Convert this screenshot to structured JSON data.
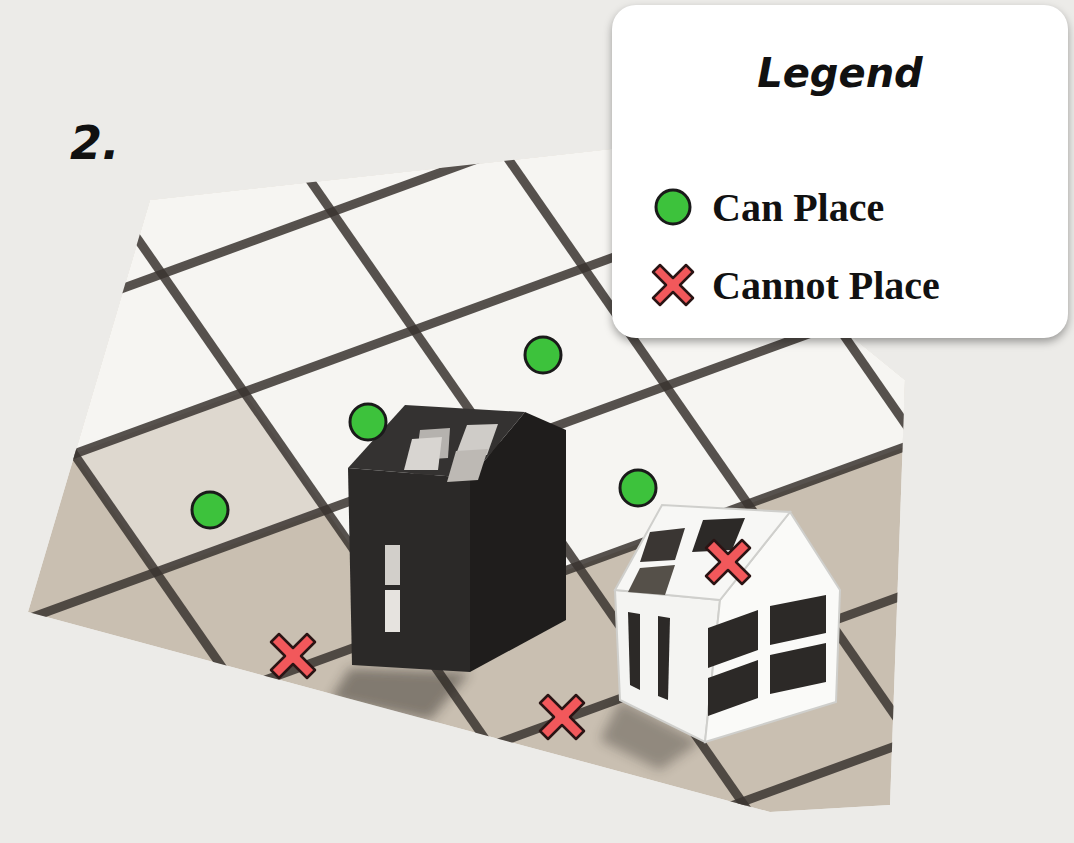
{
  "diagram": {
    "title": "2.",
    "labels": [
      "Legend"
    ],
    "legend": [
      {
        "text": "Can Place"
      },
      {
        "text": "Cannot Place"
      }
    ]
  }
}
